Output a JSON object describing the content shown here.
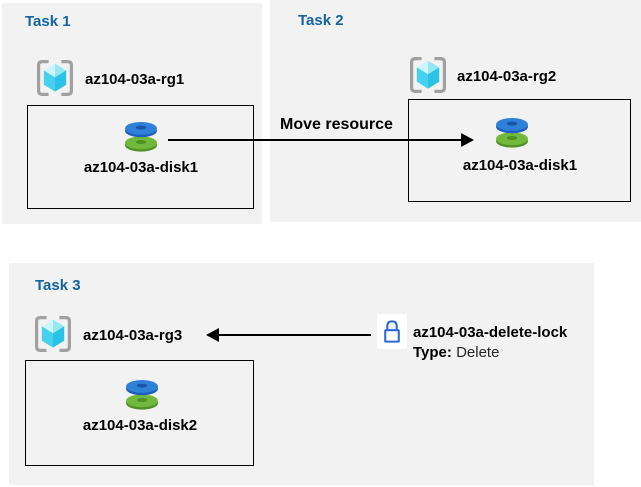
{
  "tasks": [
    {
      "title": "Task 1",
      "resource_group": "az104-03a-rg1",
      "disk": "az104-03a-disk1"
    },
    {
      "title": "Task 2",
      "resource_group": "az104-03a-rg2",
      "disk": "az104-03a-disk1"
    },
    {
      "title": "Task 3",
      "resource_group": "az104-03a-rg3",
      "disk": "az104-03a-disk2"
    }
  ],
  "move_arrow": {
    "label": "Move resource",
    "from": "az104-03a-disk1 in az104-03a-rg1",
    "to": "az104-03a-rg2 resource box",
    "direction": "right"
  },
  "lock": {
    "name": "az104-03a-delete-lock",
    "type_label": "Type:",
    "type_value": "Delete",
    "applies_to": "az104-03a-rg3",
    "direction": "left"
  },
  "colors": {
    "panel_bg": "#f2f2f2",
    "task_title_blue": "#1464a5",
    "arrow_black": "#000000",
    "lock_blue": "#2e68d5",
    "disk_blue": "#2f80d9",
    "disk_blue_dark": "#1d5fbe",
    "disk_green": "#71b93c",
    "disk_green_dark": "#4f9127",
    "cube_cyan_light": "#cff5fc",
    "cube_cyan": "#2ac2e7",
    "bracket_gray": "#a0a0a0"
  }
}
